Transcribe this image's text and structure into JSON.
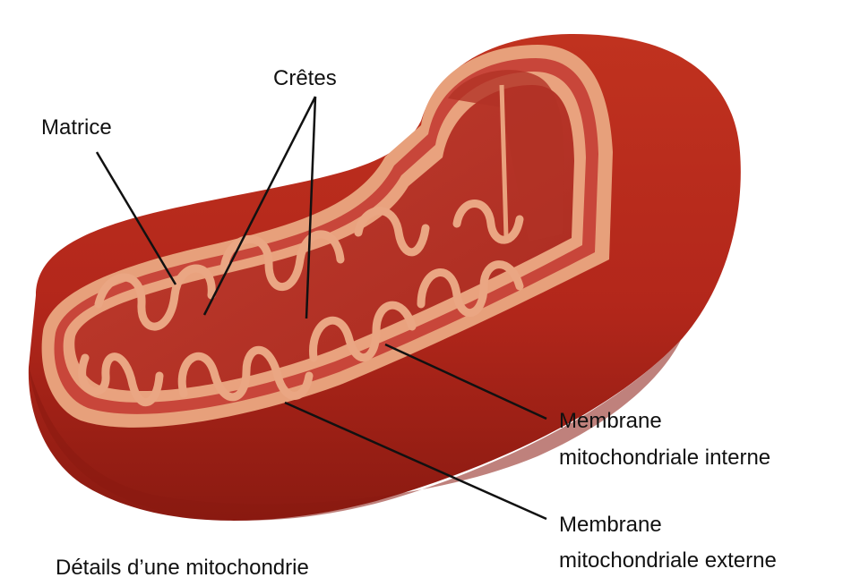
{
  "labels": {
    "matrice": "Matrice",
    "cretes": "Crêtes",
    "membrane_interne_line1": "Membrane",
    "membrane_interne_line2": "mitochondriale interne",
    "membrane_externe_line1": "Membrane",
    "membrane_externe_line2": "mitochondriale externe"
  },
  "caption": "Détails d’une mitochondrie",
  "colors": {
    "outer_body": "#b7241a",
    "outer_shadow": "#7e140e",
    "membrane": "#e9a27e",
    "inner_space": "#c9463a",
    "matrix": "#b93427"
  }
}
